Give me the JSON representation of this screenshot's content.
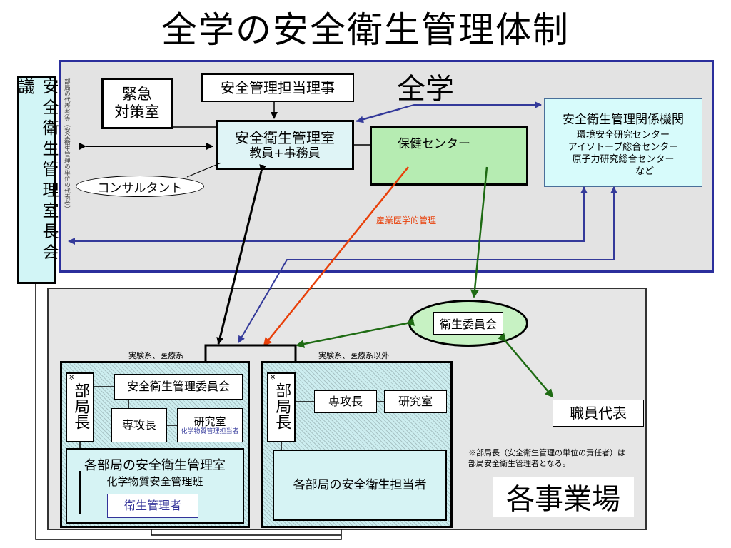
{
  "title": "全学の安全衛生管理体制",
  "regions": {
    "top_label": "全学",
    "bottom_label": "各事業場"
  },
  "council": {
    "label": "安全衛生管理室長会議",
    "note": "部局の代表者等（安全衛生管理の単位の代表者）"
  },
  "emergency": {
    "line1": "緊急",
    "line2": "対策室"
  },
  "director": "安全管理担当理事",
  "office": {
    "line1": "安全衛生管理室",
    "line2": "教員+事務員"
  },
  "consultant": "コンサルタント",
  "health_center": "保健センター",
  "related_orgs": {
    "title": "安全衛生管理関係機関",
    "items": [
      "環境安全研究センター",
      "アイソトープ総合センター",
      "原子力研究総合センター",
      "など"
    ]
  },
  "occupational_label": "産業医学的管理",
  "committee": "衛生委員会",
  "staff_rep": "職員代表",
  "group_a": {
    "heading": "実験系、医療系",
    "marker": "※",
    "head": "部局長",
    "committee": "安全衛生管理委員会",
    "major_head": "専攻長",
    "lab": "研究室",
    "lab_sub": "化学物質管理担当者",
    "dept_office": "各部局の安全衛生管理室",
    "chem_team": "化学物質安全管理班",
    "health_manager": "衛生管理者"
  },
  "group_b": {
    "heading": "実験系、医療系以外",
    "marker": "※",
    "head": "部局長",
    "major_head": "専攻長",
    "lab": "研究室",
    "dept_person": "各部局の安全衛生担当者"
  },
  "footnote": "※部局長（安全衛生管理の単位の責任者）は部局安全衛生管理者となる。",
  "colors": {
    "blue_arrow": "#343a9a",
    "green_arrow": "#1e6b13",
    "red_arrow": "#e8400a",
    "health_green": "#b6ecb2",
    "council_cyan": "#d2f5f6"
  }
}
